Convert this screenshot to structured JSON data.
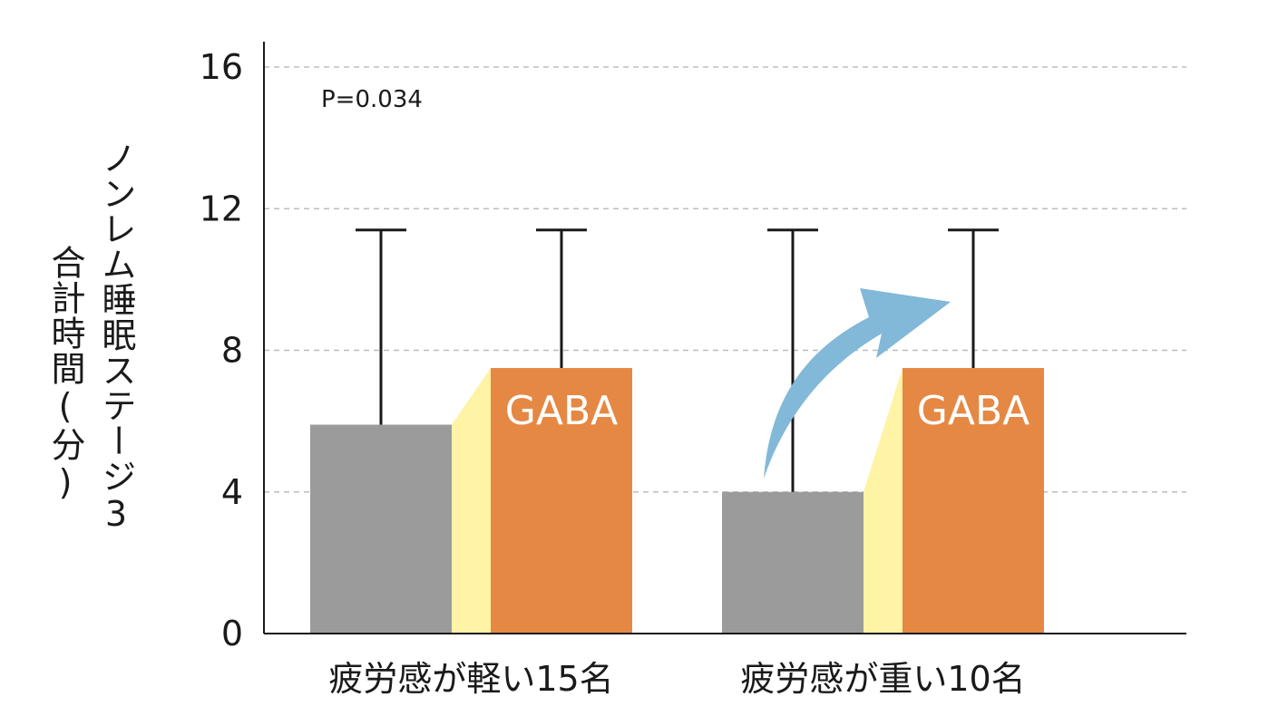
{
  "chart_data": {
    "type": "bar",
    "categories": [
      "疲労感が軽い15名",
      "疲労感が重い10名"
    ],
    "series": [
      {
        "values": [
          5.9,
          4.0
        ],
        "error_upper": [
          11.4,
          11.4
        ],
        "color": "#9b9b9b"
      },
      {
        "name": "GABA",
        "values": [
          7.5,
          7.5
        ],
        "error_upper": [
          11.4,
          11.4
        ],
        "color": "#e58843"
      }
    ],
    "ylabel_line1": "ノンレム睡眠ステージ3",
    "ylabel_line2": "合計時間(分)",
    "yticks": [
      "0",
      "4",
      "8",
      "12",
      "16"
    ],
    "ylim": [
      0,
      16
    ],
    "grid": true,
    "annotation": "P=0.034",
    "colors": {
      "connector": "#fff3a6",
      "arrow": "#82b8d8",
      "grid": "#bdbdbd",
      "axis": "#1a1a1a"
    }
  }
}
